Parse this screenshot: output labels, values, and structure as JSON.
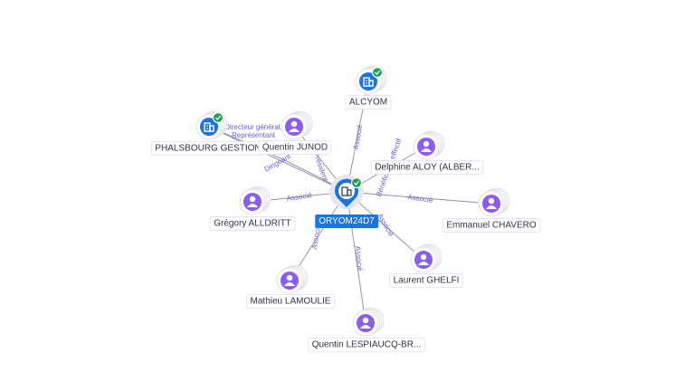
{
  "colors": {
    "person": "#8b5cf6",
    "company": "#1a73e8",
    "edge": "#8d96a8",
    "edge_label": "#6a5fcf",
    "verified": "#18a058"
  },
  "center": {
    "label": "ORYOM24D7",
    "icon": "building-icon",
    "verified": true
  },
  "nodes": [
    {
      "id": "alcyom",
      "label": "ALCYOM",
      "kind": "company",
      "icon": "building-icon",
      "verified": true
    },
    {
      "id": "phalsbourg",
      "label": "PHALSBOURG GESTION",
      "kind": "company",
      "icon": "building-icon",
      "verified": true
    },
    {
      "id": "junod",
      "label": "Quentin JUNOD",
      "kind": "person",
      "icon": "person-icon"
    },
    {
      "id": "aloy",
      "label": "Delphine ALOY (ALBER...",
      "kind": "person",
      "icon": "person-icon"
    },
    {
      "id": "alldritt",
      "label": "Grégory ALLDRITT",
      "kind": "person",
      "icon": "person-icon"
    },
    {
      "id": "chavero",
      "label": "Emmanuel CHAVERO",
      "kind": "person",
      "icon": "person-icon"
    },
    {
      "id": "ghelfi",
      "label": "Laurent GHELFI",
      "kind": "person",
      "icon": "person-icon"
    },
    {
      "id": "lamoulie",
      "label": "Mathieu LAMOULIE",
      "kind": "person",
      "icon": "person-icon"
    },
    {
      "id": "lespiaucq",
      "label": "Quentin LESPIAUCQ-BR...",
      "kind": "person",
      "icon": "person-icon"
    }
  ],
  "edges": [
    {
      "from": "alcyom",
      "label": "Associé"
    },
    {
      "from": "phalsbourg",
      "label": "Directeur général, Représentant"
    },
    {
      "from": "phalsbourg",
      "label": "Président"
    },
    {
      "from": "junod",
      "label": "Dirigeant"
    },
    {
      "from": "aloy",
      "label": "Bénéficiaire effectif"
    },
    {
      "from": "alldritt",
      "label": "Associé"
    },
    {
      "from": "chavero",
      "label": "Associé"
    },
    {
      "from": "ghelfi",
      "label": "Associé"
    },
    {
      "from": "lamoulie",
      "label": "Associé"
    },
    {
      "from": "lespiaucq",
      "label": "Associé"
    }
  ]
}
